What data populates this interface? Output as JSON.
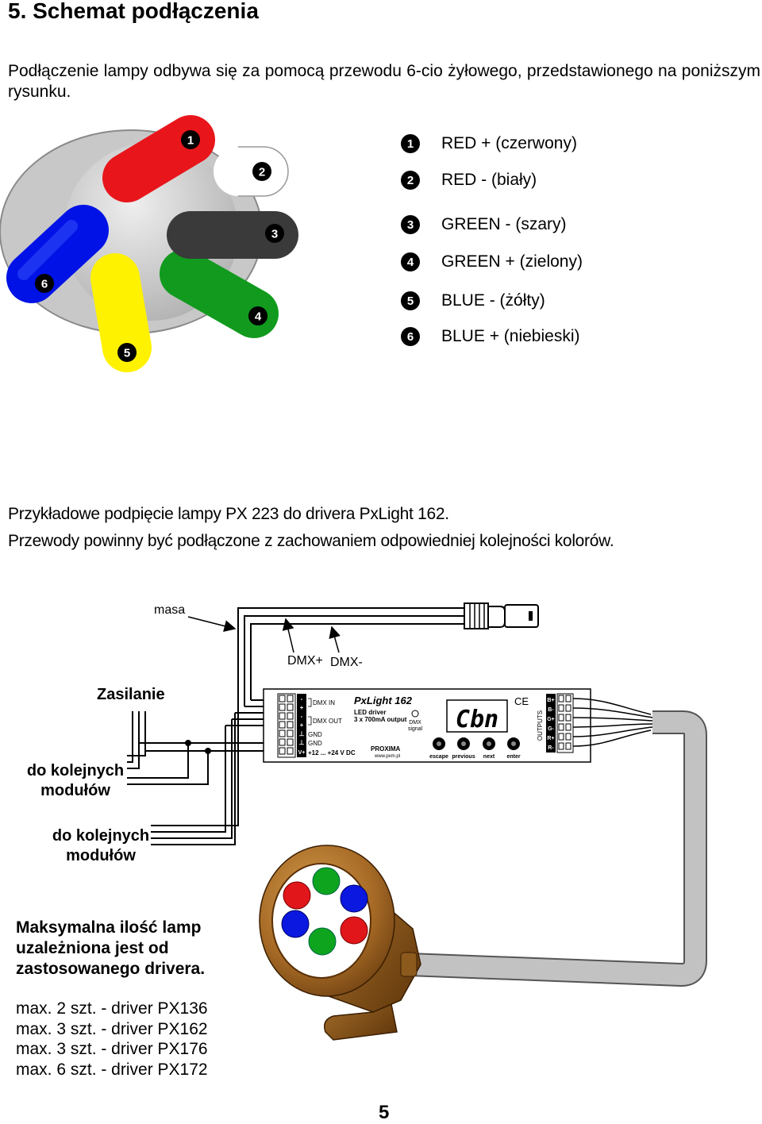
{
  "section": {
    "title": "5. Schemat podłączenia",
    "intro": "Podłączenie lampy odbywa się za pomocą przewodu 6-cio żyłowego, przedstawionego na poniższym rysunku."
  },
  "cable_legend": [
    {
      "num": "1",
      "label": "RED + (czerwony)",
      "color": "#e8161b"
    },
    {
      "num": "2",
      "label": "RED - (biały)",
      "color": "#ffffff"
    },
    {
      "num": "3",
      "label": "GREEN - (szary)",
      "color": "#3a3a3a"
    },
    {
      "num": "4",
      "label": "GREEN + (zielony)",
      "color": "#119a1e"
    },
    {
      "num": "5",
      "label": "BLUE - (żółty)",
      "color": "#fff200"
    },
    {
      "num": "6",
      "label": "BLUE + (niebieski)",
      "color": "#0012e6"
    }
  ],
  "example": {
    "line1": "Przykładowe podpięcie lampy PX 223 do drivera PxLight 162.",
    "line2": "Przewody powinny być podłączone z zachowaniem odpowiedniej kolejności kolorów."
  },
  "wiring": {
    "masa": "masa",
    "dmx_plus": "DMX+",
    "dmx_minus": "DMX-",
    "zasilanie": "Zasilanie",
    "next_modules_1a": "do kolejnych",
    "next_modules_1b": "modułów",
    "next_modules_2a": "do kolejnych",
    "next_modules_2b": "modułów"
  },
  "driver": {
    "name": "PxLight 162",
    "subtitle1": "LED driver",
    "subtitle2": "3 x 700mA output",
    "display": "Cbn",
    "dmx_signal1": "DMX",
    "dmx_signal2": "signal",
    "ce": "CE",
    "brand": "PROXIMA",
    "url": "www.pxm.pl",
    "outputs": "OUTPUTS",
    "terminal_dmx_in": "DMX IN",
    "terminal_dmx_out": "DMX OUT",
    "terminal_gnd1": "GND",
    "terminal_gnd2": "GND",
    "terminal_power": "+12 ... +24 V DC",
    "left_signs": [
      "-",
      "+",
      "-",
      "+",
      "⊥",
      "⊥",
      "V+"
    ],
    "output_pins": [
      "B+",
      "B-",
      "G+",
      "G-",
      "R+",
      "R-"
    ],
    "buttons": [
      "escape",
      "previous",
      "next",
      "enter"
    ]
  },
  "capacity": {
    "heading1": "Maksymalna ilość lamp",
    "heading2": "uzależniona jest od",
    "heading3": "zastosowanego drivera.",
    "items": [
      "max. 2 szt. - driver PX136",
      "max. 3 szt. - driver PX162",
      "max. 3 szt. - driver PX176",
      "max. 6 szt. - driver PX172"
    ]
  },
  "page_number": "5"
}
